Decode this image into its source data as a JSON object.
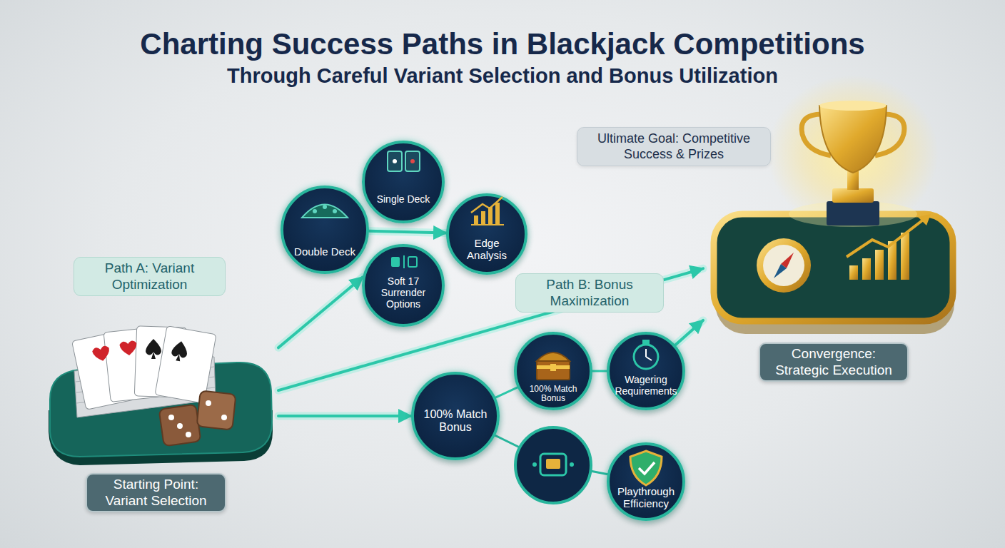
{
  "diagram": {
    "title": "Charting Success Paths in Blackjack Competitions",
    "nodes": [
      {
        "text": [
          "Ultimate Goal: Competitive Success & Prizes"
        ]
      },
      {
        "text": [
          "Single Deck"
        ]
      },
      {
        "text": [
          "Path A: Variant Optimization"
        ]
      },
      {
        "text": [
          "Double Deck"
        ]
      },
      {
        "text": [
          "Edge Analysis"
        ]
      },
      {
        "text": [
          "Soft 17 Surrender Options"
        ]
      },
      {
        "text": [
          "Path B: Bonus Maximization"
        ]
      },
      {
        "text": [
          "Convergence: Strategic Execution"
        ]
      },
      {
        "text": [
          "100% Match Bonus"
        ]
      },
      {
        "text": [
          "Wagering Requirements"
        ]
      },
      {
        "text": [
          "100% Match Bonus"
        ]
      },
      {
        "text": [
          "Starting Point: Variant Selection"
        ]
      },
      {
        "text": [
          "Playthrough Efficiency"
        ]
      }
    ],
    "edges": [
      {
        "from": 11,
        "to": 5,
        "arrow": "to"
      },
      {
        "from": 3,
        "to": 4,
        "arrow": "to"
      },
      {
        "from": 11,
        "to": 7,
        "arrow": "to"
      },
      {
        "from": 11,
        "to": 10,
        "arrow": "to"
      },
      {
        "from": 10,
        "to": 8,
        "arrow": "none"
      },
      {
        "from": 8,
        "to": 9,
        "arrow": "none"
      },
      {
        "from": 9,
        "to": 7,
        "arrow": "to"
      }
    ],
    "labels": [
      "Through Careful Variant Selection and Bonus Utilization"
    ]
  }
}
